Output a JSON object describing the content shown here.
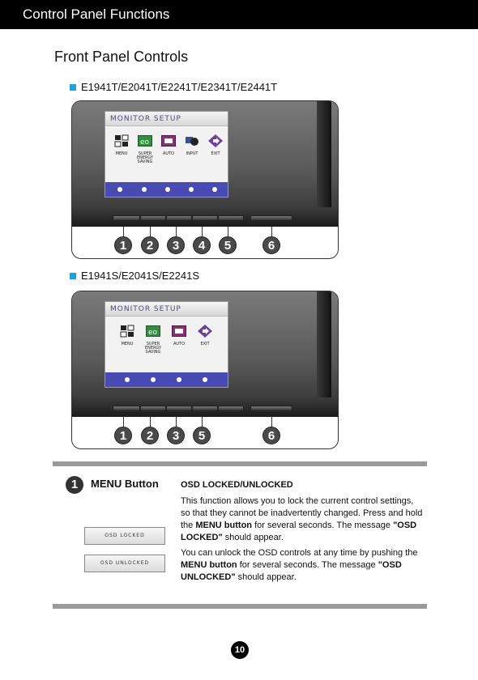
{
  "header": {
    "title": "Control Panel Functions"
  },
  "section": {
    "title": "Front Panel Controls"
  },
  "model_groups": [
    {
      "models": "E1941T/E2041T/E2241T/E2341T/E2441T",
      "osd_title": "MONITOR SETUP",
      "osd_items": [
        "MENU",
        "SUPER ENERGY SAVING",
        "AUTO",
        "INPUT",
        "EXIT"
      ],
      "callouts": [
        "1",
        "2",
        "3",
        "4",
        "5",
        "6"
      ]
    },
    {
      "models": "E1941S/E2041S/E2241S",
      "osd_title": "MONITOR SETUP",
      "osd_items": [
        "MENU",
        "SUPER ENERGY SAVING",
        "AUTO",
        "EXIT"
      ],
      "callouts": [
        "1",
        "2",
        "3",
        "5",
        "6"
      ]
    }
  ],
  "menu_button": {
    "number": "1",
    "label": "MENU Button",
    "heading": "OSD LOCKED/UNLOCKED",
    "p1_a": "This function allows you to lock the current control settings, so that they cannot be inadvertently changed. Press and hold the ",
    "p1_b": "MENU button",
    "p1_c": " for several seconds. The message ",
    "p1_d": "\"OSD LOCKED\"",
    "p1_e": " should appear.",
    "p2_a": "You can unlock the OSD controls at any time by pushing the ",
    "p2_b": "MENU button",
    "p2_c": " for several seconds. The message ",
    "p2_d": "\"OSD UNLOCKED\"",
    "p2_e": " should appear.",
    "osd_locked": "OSD LOCKED",
    "osd_unlocked": "OSD UNLOCKED"
  },
  "page": {
    "number": "10"
  },
  "colors": {
    "accent": "#1aa3e0",
    "osd_bar": "#4a4ab5",
    "header_bg": "#000000"
  }
}
